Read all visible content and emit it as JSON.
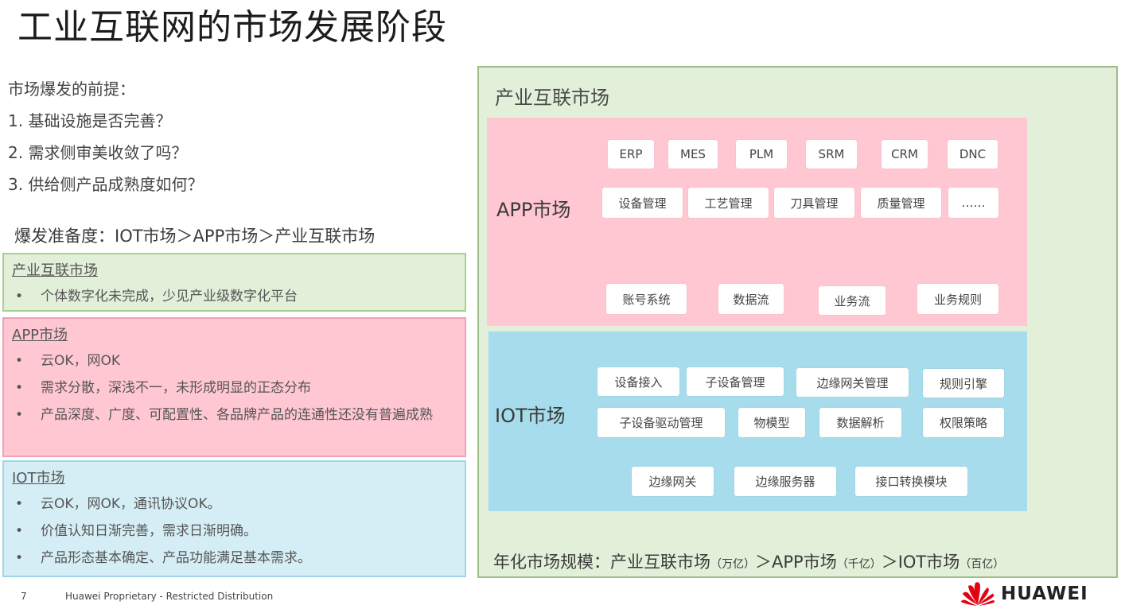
{
  "title": "工业互联网的市场发展阶段",
  "premise": {
    "heading": "市场爆发的前提：",
    "items": [
      "1.  基础设施是否完善？",
      "2.  需求侧审美收敛了吗？",
      "3.  供给侧产品成熟度如何？"
    ]
  },
  "readiness": "爆发准备度：IOT市场＞APP市场＞产业互联市场",
  "left_boxes": {
    "industrial": {
      "heading": "产业互联市场",
      "bullets": [
        "个体数字化未完成，少见产业级数字化平台"
      ]
    },
    "app": {
      "heading": "APP市场",
      "bullets": [
        "云OK，网OK",
        "需求分散，深浅不一，未形成明显的正态分布",
        "产品深度、广度、可配置性、各品牌产品的连通性还没有普遍成熟"
      ]
    },
    "iot": {
      "heading": "IOT市场",
      "bullets": [
        "云OK，网OK，通讯协议OK。",
        "价值认知日渐完善，需求日渐明确。",
        "产品形态基本确定、产品功能满足基本需求。"
      ]
    }
  },
  "big_box": {
    "heading": "产业互联市场",
    "app_label": "APP市场",
    "app_row1": [
      "ERP",
      "MES",
      "PLM",
      "SRM",
      "CRM",
      "DNC"
    ],
    "app_row2": [
      "设备管理",
      "工艺管理",
      "刀具管理",
      "质量管理",
      "……"
    ],
    "app_row3": [
      "账号系统",
      "数据流",
      "业务流",
      "业务规则"
    ],
    "iot_label": "IOT市场",
    "iot_row1": [
      "设备接入",
      "子设备管理",
      "边缘网关管理",
      "规则引擎"
    ],
    "iot_row2": [
      "子设备驱动管理",
      "物模型",
      "数据解析",
      "权限策略"
    ],
    "iot_row3": [
      "边缘网关",
      "边缘服务器",
      "接口转换模块"
    ],
    "scale": {
      "prefix": "年化市场规模：",
      "part1": "产业互联市场",
      "unit1": "（万亿）",
      "part2": "＞APP市场",
      "unit2": "（千亿）",
      "part3": "＞IOT市场",
      "unit3": "（百亿）"
    }
  },
  "footer": {
    "page": "7",
    "text": "Huawei Proprietary - Restricted Distribution"
  },
  "logo": {
    "icon": "huawei-petal-icon",
    "text": "HUAWEI",
    "color": "#e60012"
  }
}
